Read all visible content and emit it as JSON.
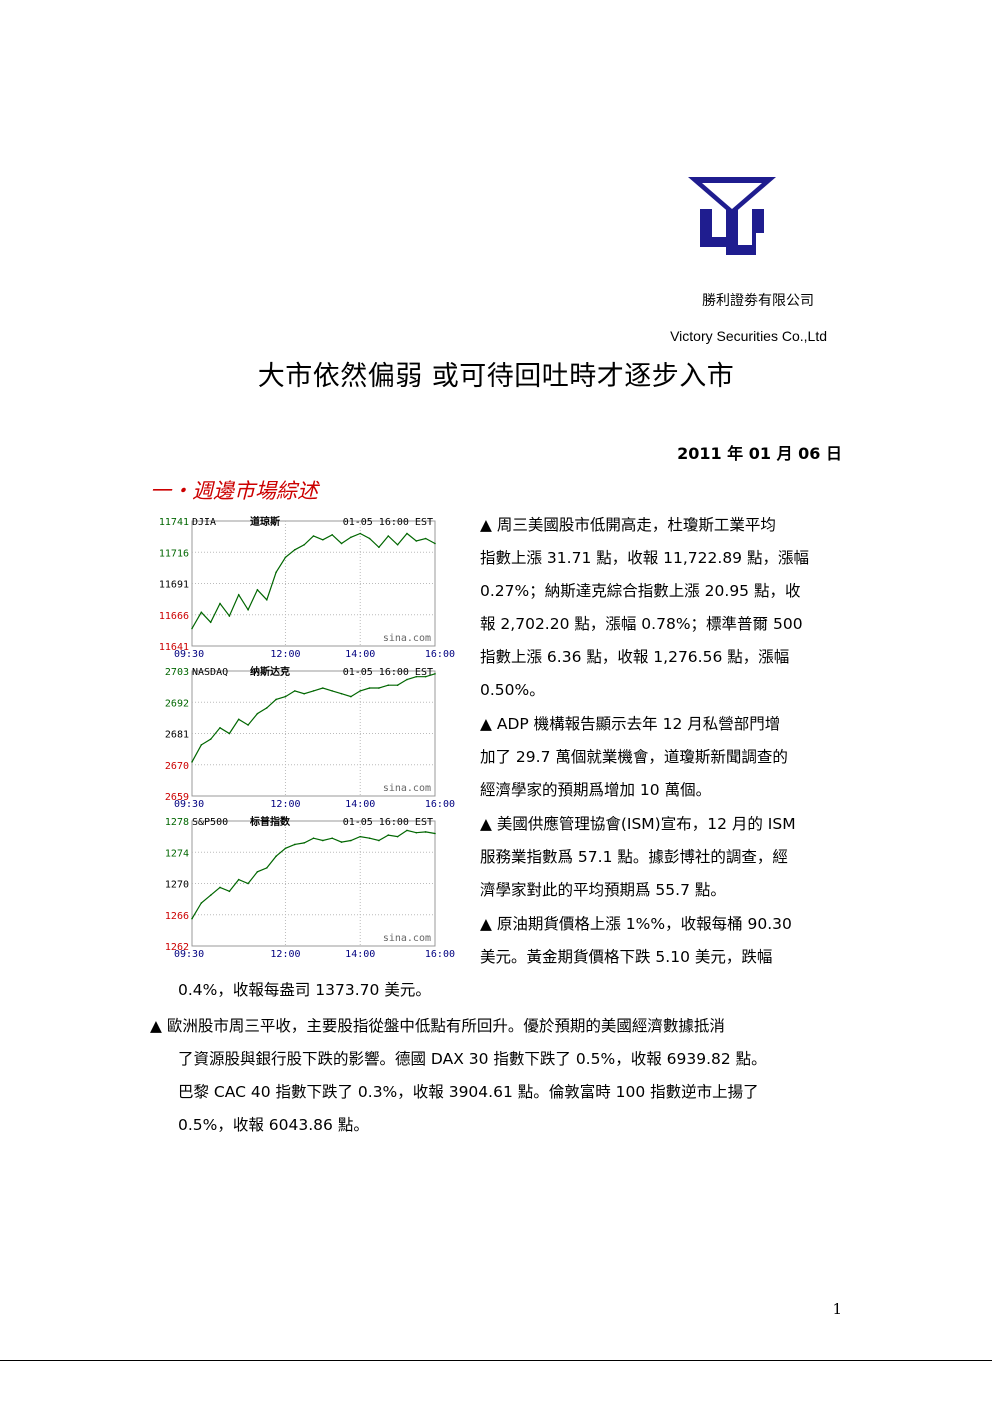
{
  "header": {
    "company_cn": "勝利證劵有限公司",
    "company_en": "Victory Securities Co.,Ltd",
    "logo_icon": "victory-securities-logo-icon",
    "logo_color": "#1f1d8f"
  },
  "title": "大市依然偏弱  或可待回吐時才逐步入市",
  "date": "2011 年 01 月 06 日",
  "section_title": "一・週邊市場綜述",
  "chart_data": [
    {
      "type": "line",
      "symbol": "DJIA",
      "name_cn": "道琼斯",
      "timestamp": "01-05 16:00 EST",
      "watermark": "sina.com",
      "x_ticks": [
        "09:30",
        "12:00",
        "14:00",
        "16:00"
      ],
      "y_ticks": [
        "11741",
        "11716",
        "11691",
        "11666",
        "11641"
      ],
      "ylim": [
        11641,
        11741
      ],
      "grid": true,
      "x": [
        "09:30",
        "09:45",
        "10:00",
        "10:15",
        "10:30",
        "10:45",
        "11:00",
        "11:15",
        "11:30",
        "11:45",
        "12:00",
        "12:15",
        "12:30",
        "12:45",
        "13:00",
        "13:15",
        "13:30",
        "13:45",
        "14:00",
        "14:15",
        "14:30",
        "14:45",
        "15:00",
        "15:15",
        "15:30",
        "15:45",
        "16:00"
      ],
      "values": [
        11655,
        11668,
        11660,
        11675,
        11665,
        11682,
        11670,
        11686,
        11678,
        11700,
        11712,
        11718,
        11722,
        11729,
        11726,
        11730,
        11723,
        11728,
        11731,
        11727,
        11720,
        11729,
        11722,
        11731,
        11725,
        11727,
        11723
      ],
      "line_color": "#006600"
    },
    {
      "type": "line",
      "symbol": "NASDAQ",
      "name_cn": "纳斯达克",
      "timestamp": "01-05 16:00 EST",
      "watermark": "sina.com",
      "x_ticks": [
        "09:30",
        "12:00",
        "14:00",
        "16:00"
      ],
      "y_ticks": [
        "2703",
        "2692",
        "2681",
        "2670",
        "2659"
      ],
      "ylim": [
        2659,
        2703
      ],
      "grid": true,
      "x": [
        "09:30",
        "09:45",
        "10:00",
        "10:15",
        "10:30",
        "10:45",
        "11:00",
        "11:15",
        "11:30",
        "11:45",
        "12:00",
        "12:15",
        "12:30",
        "12:45",
        "13:00",
        "13:15",
        "13:30",
        "13:45",
        "14:00",
        "14:15",
        "14:30",
        "14:45",
        "15:00",
        "15:15",
        "15:30",
        "15:45",
        "16:00"
      ],
      "values": [
        2671,
        2677,
        2679,
        2683,
        2681,
        2686,
        2684,
        2688,
        2690,
        2693,
        2694,
        2696,
        2695,
        2696,
        2697,
        2696,
        2695,
        2694,
        2696,
        2697,
        2697,
        2698,
        2698,
        2700,
        2701,
        2701,
        2702
      ],
      "line_color": "#006600"
    },
    {
      "type": "line",
      "symbol": "S&P500",
      "name_cn": "标普指数",
      "timestamp": "01-05 16:00 EST",
      "watermark": "sina.com",
      "x_ticks": [
        "09:30",
        "12:00",
        "14:00",
        "16:00"
      ],
      "y_ticks": [
        "1278",
        "1274",
        "1270",
        "1266",
        "1262"
      ],
      "ylim": [
        1262,
        1278
      ],
      "grid": true,
      "x": [
        "09:30",
        "09:45",
        "10:00",
        "10:15",
        "10:30",
        "10:45",
        "11:00",
        "11:15",
        "11:30",
        "11:45",
        "12:00",
        "12:15",
        "12:30",
        "12:45",
        "13:00",
        "13:15",
        "13:30",
        "13:45",
        "14:00",
        "14:15",
        "14:30",
        "14:45",
        "15:00",
        "15:15",
        "15:30",
        "15:45",
        "16:00"
      ],
      "values": [
        1265.5,
        1267.5,
        1268.5,
        1269.5,
        1269,
        1270.5,
        1270,
        1271.5,
        1272,
        1273.5,
        1274.5,
        1275,
        1275.2,
        1275.8,
        1275.5,
        1275.8,
        1275.3,
        1275.5,
        1276,
        1275.8,
        1275.5,
        1276.2,
        1276,
        1276.8,
        1276.5,
        1276.6,
        1276.4
      ],
      "line_color": "#006600"
    }
  ],
  "paragraphs": {
    "p1": [
      "▲ 周三美國股市低開高走，杜瓊斯工業平均",
      "指數上漲 31.71 點，收報 11,722.89 點，漲幅",
      "0.27%；納斯達克綜合指數上漲 20.95 點，收",
      "報 2,702.20 點，漲幅 0.78%；標準普爾 500",
      "指數上漲 6.36 點，收報 1,276.56 點，漲幅",
      "0.50%。"
    ],
    "p2": [
      "▲ ADP 機構報告顯示去年 12 月私營部門增",
      "加了 29.7 萬個就業機會，道瓊斯新聞調查的",
      "經濟學家的預期爲增加 10 萬個。"
    ],
    "p3": [
      "▲ 美國供應管理協會(ISM)宣布，12 月的 ISM",
      "服務業指數爲 57.1 點。據彭博社的調查，經",
      "濟學家對此的平均預期爲 55.7 點。"
    ],
    "p4": [
      "▲ 原油期貨價格上漲 1%%，收報每桶 90.30",
      "美元。黃金期貨價格下跌 5.10 美元，跌幅"
    ],
    "p4_tail": "0.4%，收報每盎司 1373.70 美元。",
    "p5": [
      "▲ 歐洲股市周三平收，主要股指從盤中低點有所回升。優於預期的美國經濟數據抵消",
      "了資源股與銀行股下跌的影響。德國 DAX 30 指數下跌了 0.5%，收報 6939.82 點。",
      "巴黎 CAC 40 指數下跌了 0.3%，收報 3904.61 點。倫敦富時 100 指數逆市上揚了",
      "0.5%，收報 6043.86 點。"
    ]
  },
  "page_number": "1"
}
